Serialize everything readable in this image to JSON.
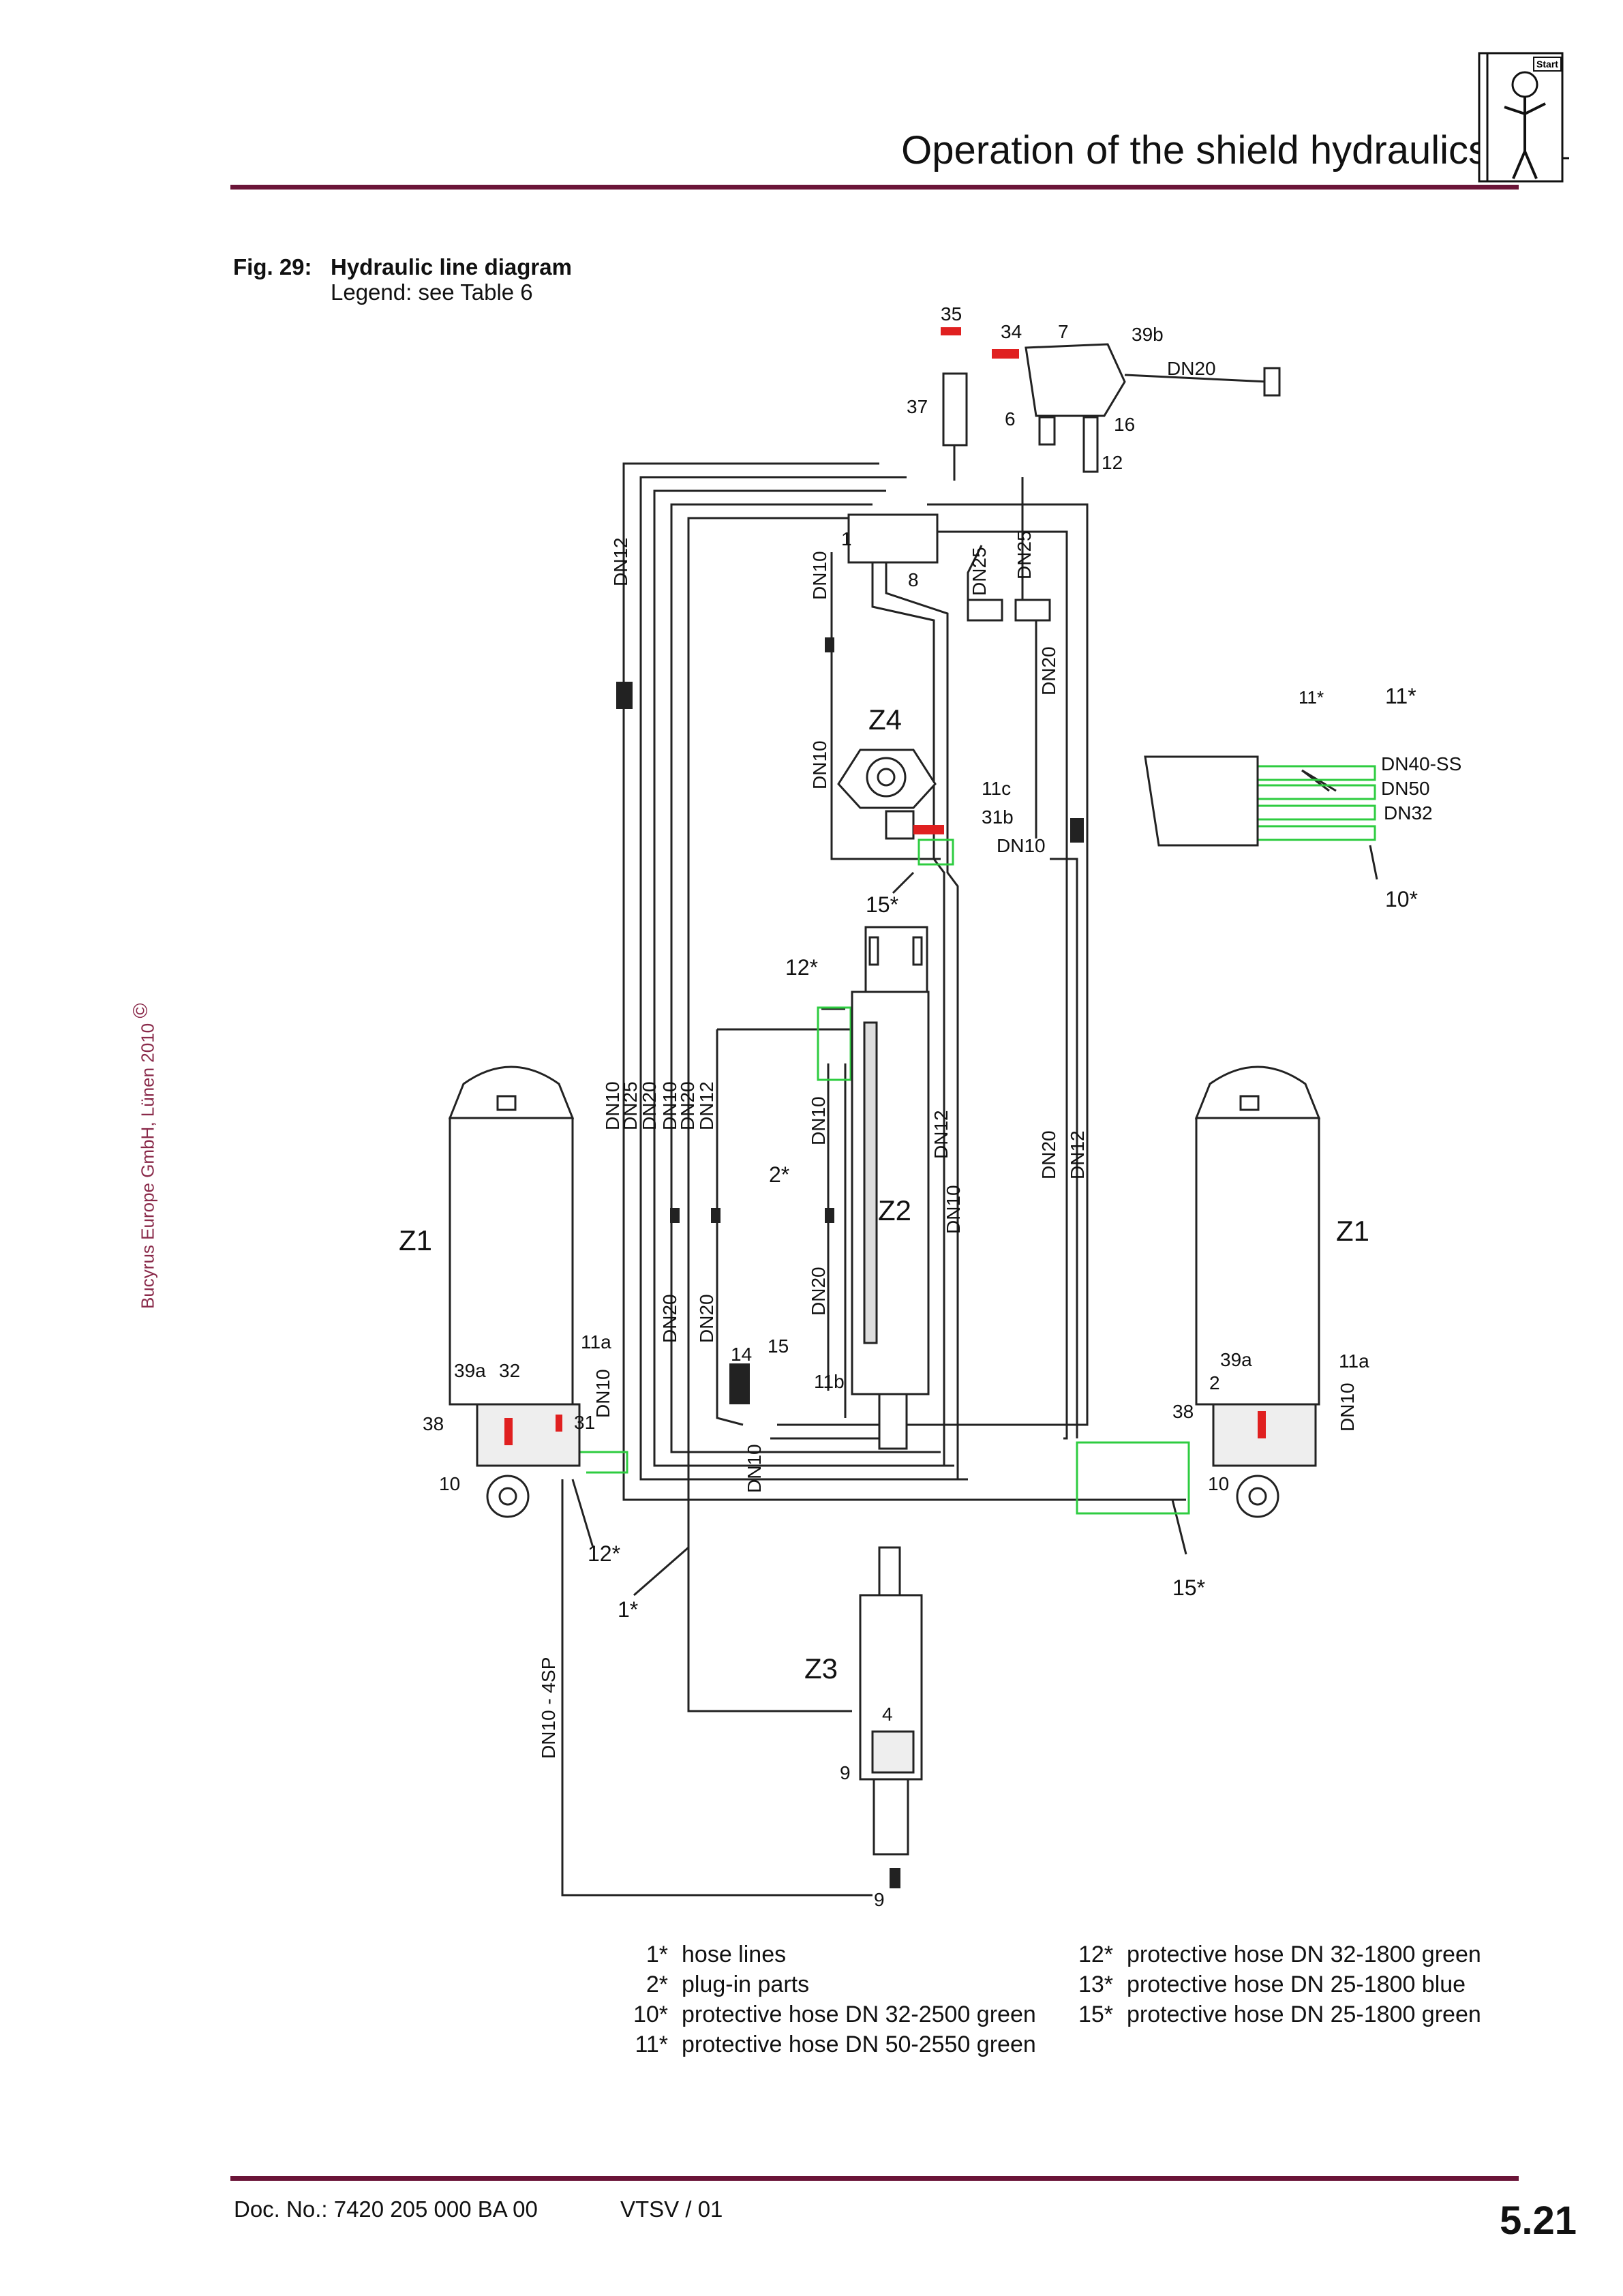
{
  "header": {
    "title": "Operation of the shield hydraulics",
    "badge": "Start"
  },
  "side_note": "Bucyrus Europe GmbH, Lünen 2010",
  "side_note_symbol": "©",
  "figure": {
    "number": "Fig. 29:",
    "title": "Hydraulic line diagram",
    "legend_ref": "Legend: see Table 6"
  },
  "diagram_labels": {
    "components": [
      "Z1",
      "Z1",
      "Z2",
      "Z3",
      "Z4"
    ],
    "part_numbers": [
      "35",
      "34",
      "7",
      "39b",
      "37",
      "6",
      "16",
      "12",
      "1",
      "8",
      "11c",
      "31b",
      "14",
      "15",
      "11b",
      "11a",
      "39a",
      "32",
      "38",
      "31",
      "10",
      "39a",
      "2",
      "38",
      "11a",
      "10",
      "4",
      "9",
      "9"
    ],
    "line_sizes": [
      "DN20",
      "DN12",
      "DN10",
      "DN25",
      "DN25",
      "DN20",
      "DN10",
      "DN10",
      "DN40-SS",
      "DN50",
      "DN32",
      "DN10",
      "DN10",
      "DN25",
      "DN20",
      "DN10",
      "DN20",
      "DN12",
      "DN10",
      "DN12",
      "DN20",
      "DN20",
      "DN20",
      "DN20",
      "DN12",
      "DN10",
      "DN10",
      "DN10",
      "DN10 - 4SP"
    ],
    "callouts": [
      "11*",
      "11*",
      "10*",
      "15*",
      "12*",
      "2*",
      "12*",
      "1*",
      "15*"
    ]
  },
  "legend": [
    {
      "key": "1*",
      "text": "hose lines"
    },
    {
      "key": "2*",
      "text": "plug-in parts"
    },
    {
      "key": "10*",
      "text": "protective hose DN 32-2500 green"
    },
    {
      "key": "11*",
      "text": "protective hose DN 50-2550 green"
    },
    {
      "key": "12*",
      "text": "protective hose DN 32-1800 green"
    },
    {
      "key": "13*",
      "text": "protective hose DN 25-1800 blue"
    },
    {
      "key": "15*",
      "text": "protective hose DN 25-1800 green"
    }
  ],
  "footer": {
    "doc_no": "Doc. No.: 7420 205 000 BA 00",
    "version": "VTSV / 01",
    "page": "5.21"
  },
  "colors": {
    "rule": "#6b1538",
    "protective_hose": "#2ecc40",
    "valve_red": "#e02020",
    "side_note": "#8a2a4a"
  }
}
